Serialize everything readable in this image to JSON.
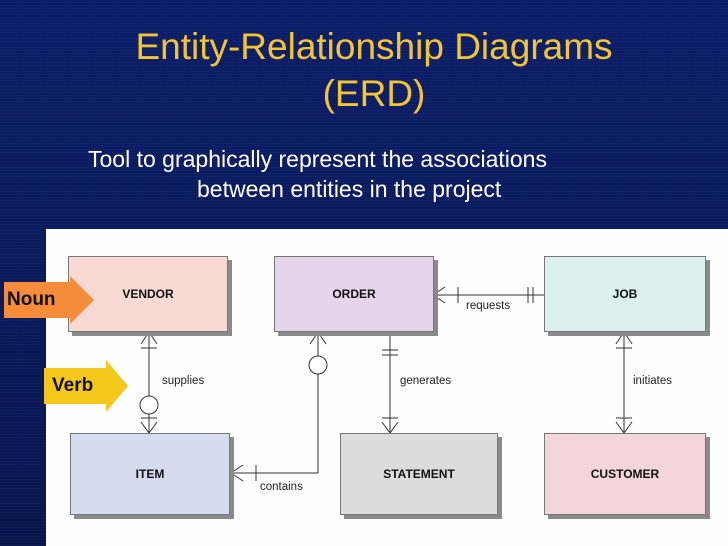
{
  "title_line1": "Entity-Relationship Diagrams",
  "title_line2": "(ERD)",
  "subtitle_line1": "Tool to graphically represent the associations",
  "subtitle_line2": "between entities in the project",
  "callouts": {
    "noun": "Noun",
    "verb": "Verb"
  },
  "colors": {
    "title": "#f2c531",
    "callout_noun": "#f58c3a",
    "callout_verb": "#f5c71a",
    "vendor": "#f8d9d3",
    "order": "#e6d5ea",
    "job": "#dcf0ef",
    "item": "#d6dcf0",
    "statement": "#dcdcdc",
    "customer": "#f3d5dc"
  },
  "entities": {
    "vendor": "VENDOR",
    "order": "ORDER",
    "job": "JOB",
    "item": "ITEM",
    "statement": "STATEMENT",
    "customer": "CUSTOMER"
  },
  "relationships": {
    "requests": "requests",
    "supplies": "supplies",
    "generates": "generates",
    "initiates": "initiates",
    "contains": "contains"
  }
}
